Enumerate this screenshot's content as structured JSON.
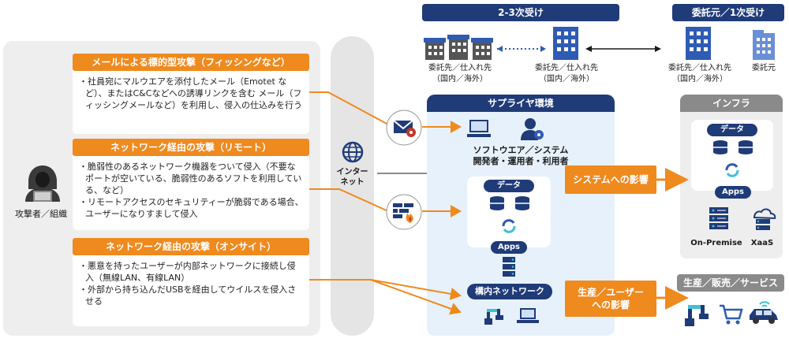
{
  "top_tags": {
    "tier23": "2-3次受け",
    "tier1": "委託元／1次受け"
  },
  "companies": {
    "a_label": "委託先／仕入れ先",
    "a_sub": "（国内／海外）",
    "b_label": "委託先／仕入れ先",
    "b_sub": "（国内／海外）",
    "c_label": "委託先／仕入れ先",
    "c_sub": "（国内／海外）",
    "d_label": "委託元"
  },
  "attacker": {
    "label": "攻撃者／組織"
  },
  "attacks": [
    {
      "title": "メールによる標的型攻撃（フィッシングなど）",
      "lines": [
        "・社員宛にマルウエアを添付したメール（Emotet など）、またはC&Cなどへの誘導リンクを含む メール（フィッシングメールなど）を利用し、侵入の仕込みを行う"
      ]
    },
    {
      "title": "ネットワーク経由の攻撃（リモート）",
      "lines": [
        "・脆弱性のあるネットワーク機器をついて侵入（不要なポートが空いている、脆弱性のあるソフトを利用している、など）",
        "・リモートアクセスのセキュリティーが脆弱である場合、ユーザーになりすまして侵入"
      ]
    },
    {
      "title": "ネットワーク経由の攻撃（オンサイト）",
      "lines": [
        "・悪意を持ったユーザーが内部ネットワークに接続し侵入（無線LAN、有線LAN）",
        "・外部から持ち込んだUSBを経由してウイルスを侵入させる"
      ]
    }
  ],
  "internet": {
    "line1": "インター",
    "line2": "ネット"
  },
  "supplier": {
    "title": "サプライヤ環境",
    "software_line1": "ソフトウエア／システム",
    "software_line2": "開発者・運用者・利用者",
    "data_tag": "データ",
    "apps_tag": "Apps",
    "network_tag": "構内ネットワーク"
  },
  "impacts": {
    "system": "システムへの影響",
    "production_line1": "生産／ユーザー",
    "production_line2": "への影響"
  },
  "infra": {
    "title": "インフラ",
    "data_tag": "データ",
    "apps_tag": "Apps",
    "onprem": "On-Premise",
    "xaas": "XaaS"
  },
  "production": {
    "title": "生産／販売／サービス"
  },
  "colors": {
    "orange": "#ef8a1f",
    "navy": "#1f3b78",
    "blue": "#2f5bb3",
    "gray": "#8a8a8a"
  }
}
